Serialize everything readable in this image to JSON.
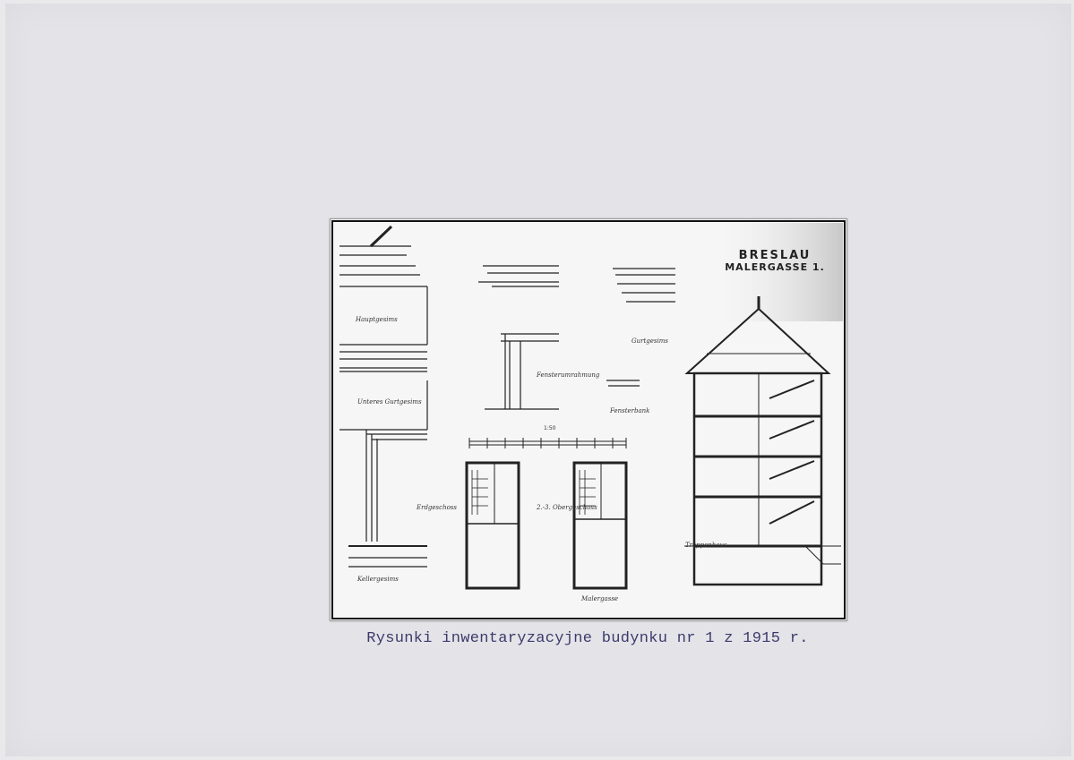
{
  "caption": "Rysunki inwentaryzacyjne budynku nr 1 z 1915 r.",
  "drawing": {
    "title_line1": "BRESLAU",
    "title_line2": "MALERGASSE 1.",
    "scale": "1:50",
    "labels": {
      "main_cornice": "Hauptgesims",
      "lower_cornice": "Unteres Gurtgesims",
      "ground_floor": "Erdgeschoss",
      "gurt": "Gurtgesims",
      "window_detail": "Fensterumrahmung",
      "upper_floor": "2.-3. Obergeschoss",
      "basement_cornice": "Kellergesims",
      "window_frame": "Fensterbank",
      "street": "Malergasse",
      "stair": "Treppenhaus"
    }
  },
  "colors": {
    "caption": "#3c3a6c",
    "paper": "#e4e4e8",
    "ink": "#222222"
  }
}
